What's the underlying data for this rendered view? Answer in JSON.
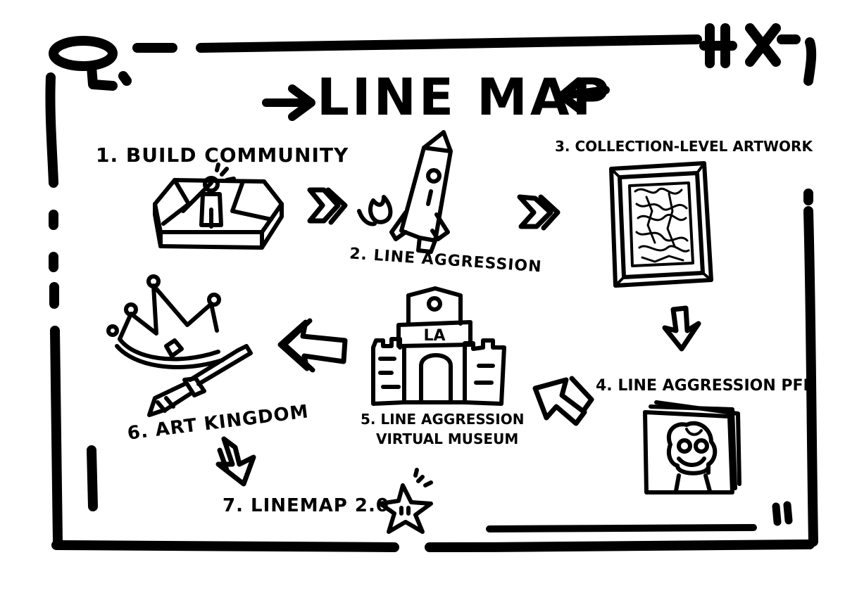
{
  "title": "LINE MAP",
  "steps": {
    "s1": "1. BUILD COMMUNITY",
    "s2": "2. LINE AGGRESSION",
    "s3": "3. COLLECTION-LEVEL ARTWORK",
    "s4": "4. LINE AGGRESSION PFP",
    "s5a": "5. LINE AGGRESSION",
    "s5b": "VIRTUAL MUSEUM",
    "s6": "6. ART KINGDOM",
    "s7": "7. LINEMAP 2.0"
  },
  "museum_sign": "LA",
  "colors": {
    "ink": "#000000",
    "paper": "#ffffff"
  },
  "icons": [
    "community-platform-icon",
    "rocket-icon",
    "framed-artwork-icon",
    "pfp-portrait-icon",
    "museum-castle-icon",
    "crown-and-brush-icon",
    "star-icon"
  ]
}
